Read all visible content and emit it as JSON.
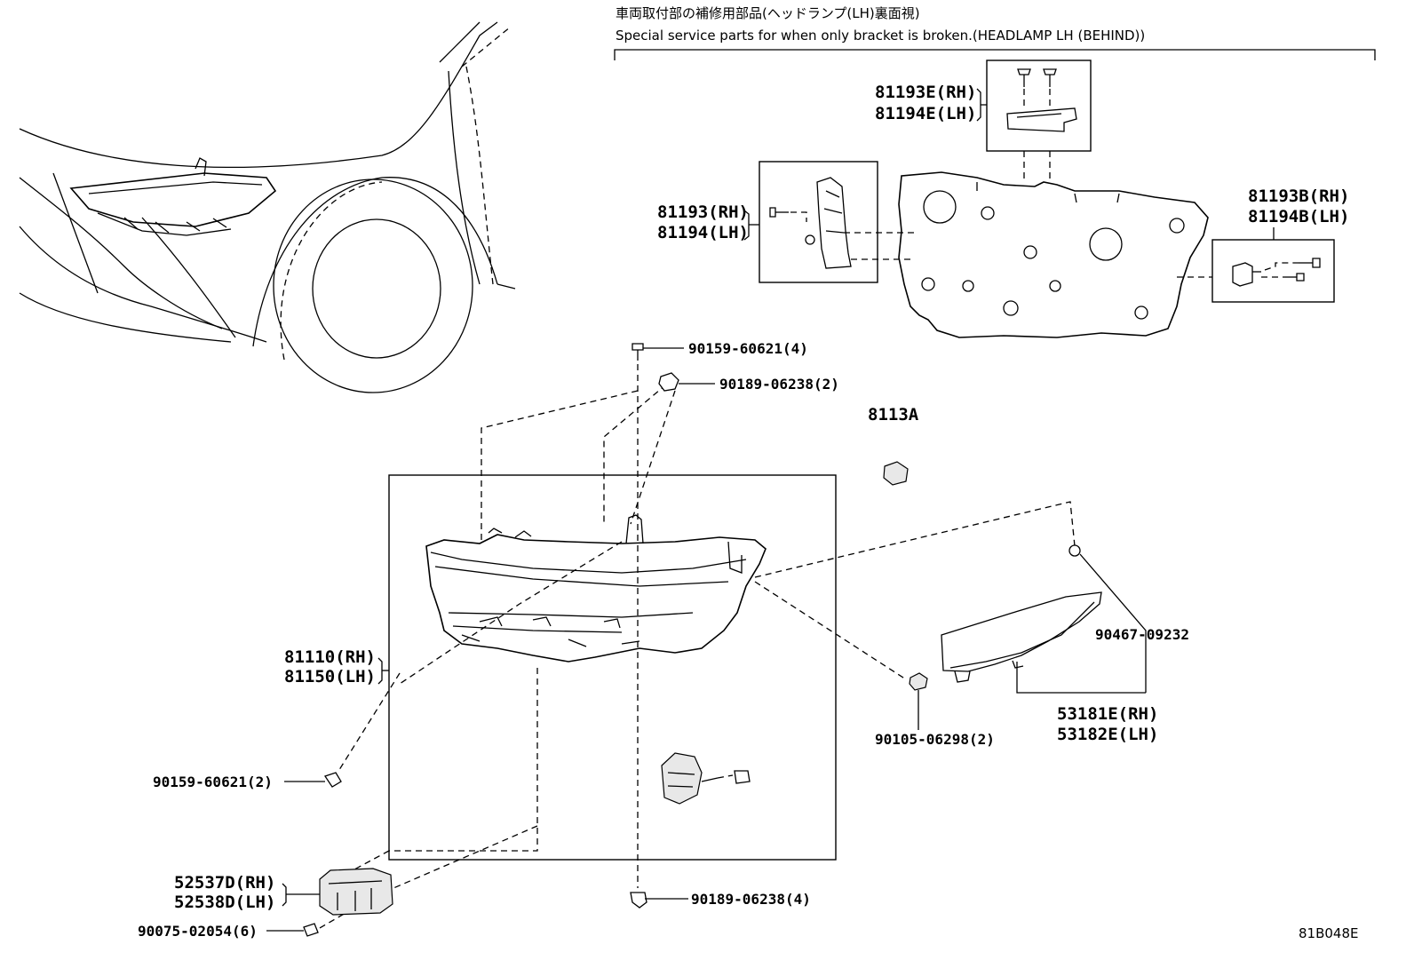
{
  "header": {
    "title_jp": "車両取付部の補修用部品(ヘッドランプ(LH)裏面視)",
    "title_en": "Special service parts for when only bracket is broken.(HEADLAMP LH (BEHIND))"
  },
  "labels": {
    "p81193E": "81193E(RH)",
    "p81194E": "81194E(LH)",
    "p81193": "81193(RH)",
    "p81194": "81194(LH)",
    "p81193B": "81193B(RH)",
    "p81194B": "81194B(LH)",
    "bolt_90159_4": "90159-60621(4)",
    "clip_90189_2": "90189-06238(2)",
    "p8113A": "8113A",
    "p81110": "81110(RH)",
    "p81150": "81150(LH)",
    "clip_90467": "90467-09232",
    "nut_90105": "90105-06298(2)",
    "p53181E": "53181E(RH)",
    "p53182E": "53182E(LH)",
    "bolt_90159_2": "90159-60621(2)",
    "p52537D": "52537D(RH)",
    "p52538D": "52538D(LH)",
    "screw_90075": "90075-02054(6)",
    "clip_90189_4": "90189-06238(4)"
  },
  "diagram_id": "81B048E"
}
